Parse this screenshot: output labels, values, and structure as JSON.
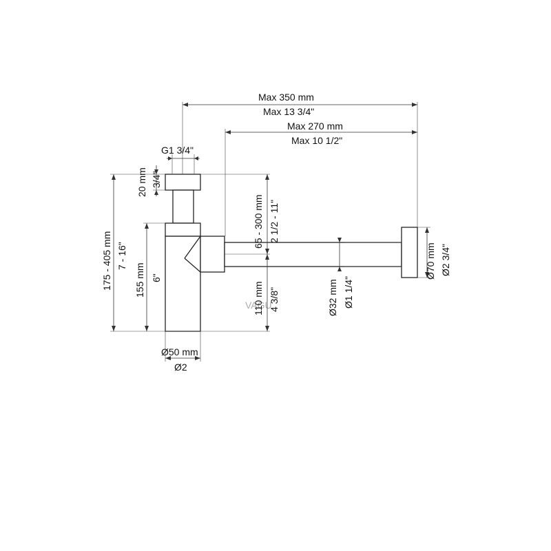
{
  "dimensions": {
    "max_width_mm": "Max 350 mm",
    "max_width_in": "Max 13 3/4\"",
    "wall_reach_mm": "Max 270 mm",
    "wall_reach_in": "Max 10 1/2\"",
    "thread": "G1 3/4\"",
    "top_cap_mm": "20 mm",
    "top_cap_in": "3/4\"",
    "total_height_mm": "175 - 405 mm",
    "total_height_in": "7 - 16\"",
    "body_height_mm": "155 mm",
    "body_height_in": "6\"",
    "adjust_range_mm": "65 - 300 mm",
    "adjust_range_in": "2 1/2 - 11\"",
    "outlet_height_mm": "110 mm",
    "outlet_height_in": "4 3/8\"",
    "pipe_dia_mm": "Ø32 mm",
    "pipe_dia_in": "Ø1 1/4\"",
    "flange_dia_mm": "Ø70 mm",
    "flange_dia_in": "Ø2 3/4\"",
    "body_dia_mm": "Ø50 mm",
    "body_dia_in": "Ø2"
  },
  "watermark": "VAGU",
  "colors": {
    "line": "#222222",
    "dimension": "#333333",
    "watermark": "#c9b98a"
  }
}
